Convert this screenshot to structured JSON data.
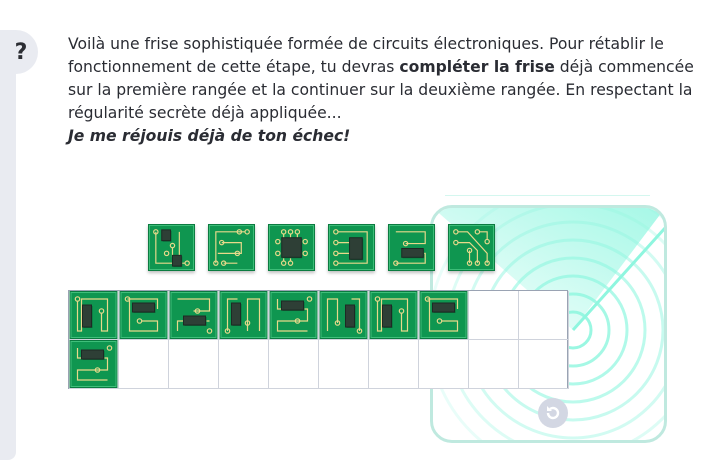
{
  "help": {
    "icon": "question-mark-icon",
    "symbol": "?"
  },
  "instructions": {
    "part1": "Voilà une frise sophistiquée formée de circuits électroniques. Pour rétablir le fonctionnement de cette étape, tu devras ",
    "bold": "compléter la frise",
    "part2": " déjà commencée sur la première rangée et la continuer sur la deuxième rangée. En respectant la régularité secrète déjà appliquée...",
    "taunt": "Je me réjouis déjà de ton échec!"
  },
  "palette": [
    "two-chips",
    "traces-s",
    "square-chip",
    "vertical-chip-e",
    "s-horizontal-chip",
    "diagonal-traces"
  ],
  "grid": {
    "columns": 10,
    "rows": [
      [
        "n-chip-left",
        "c-chip-top",
        "z-chip-bottom",
        "u-chip-left",
        "s-chip-top",
        "n-chip-right",
        "n-chip-left",
        "c-chip-top",
        null,
        null
      ],
      [
        "s-chip-top",
        null,
        null,
        null,
        null,
        null,
        null,
        null,
        null,
        null
      ]
    ]
  },
  "reset_button": {
    "icon": "reset-icon"
  },
  "colors": {
    "tile": "#0f9650",
    "trace": "#e8d98a",
    "chip": "#2e3f36",
    "radar": "#7ff5dc"
  }
}
